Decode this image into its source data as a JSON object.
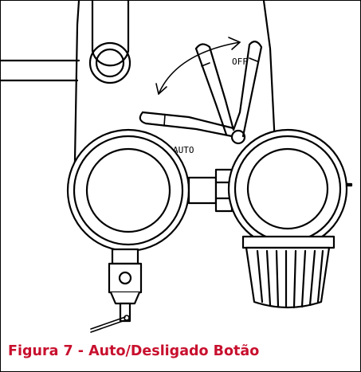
{
  "figure": {
    "caption": "Figura 7 - Auto/Desligado Botão",
    "caption_color": "#c8102e",
    "labels": {
      "off": "OFF",
      "auto": "AUTO"
    }
  }
}
